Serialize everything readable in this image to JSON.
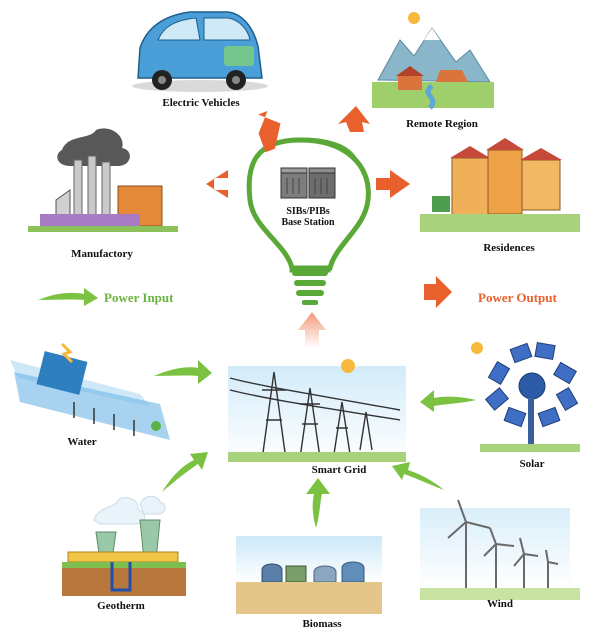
{
  "center": {
    "line1": "SIBs/PIBs",
    "line2": "Base Station"
  },
  "outputs": {
    "electric_vehicles": "Electric Vehicles",
    "remote_region": "Remote Region",
    "manufactory": "Manufactory",
    "residences": "Residences"
  },
  "inputs": {
    "water": "Water",
    "smart_grid": "Smart Grid",
    "solar": "Solar",
    "geotherm": "Geotherm",
    "biomass": "Biomass",
    "wind": "Wind"
  },
  "legend": {
    "power_input": "Power Input",
    "power_output": "Power Output"
  },
  "colors": {
    "input_arrow": "#7cc242",
    "output_arrow": "#e8602c",
    "bulb_outline": "#5aa838",
    "input_text": "#6cb33f",
    "output_text": "#e8602c"
  }
}
